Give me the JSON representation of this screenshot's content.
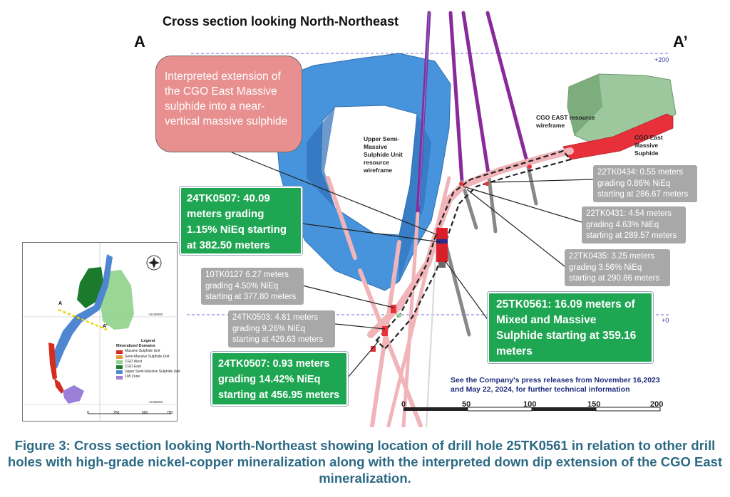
{
  "title": "Cross section looking North-Northeast",
  "section_start": "A",
  "section_end": "A’",
  "elevation_labels": [
    "+200",
    "+0"
  ],
  "interpreted_box": "Interpreted extension of the CGO East Massive sulphide into a near- vertical massive sulphide",
  "labels": {
    "upper_semi": "Upper Semi- Massive Sulphide Unit resource wireframe",
    "cgo_east_wireframe": "CGO EAST resource wireframe",
    "cgo_east_massive": "CGO East Massive Suphide"
  },
  "green_boxes": {
    "b1": "24TK0507: 40.09 meters grading 1.15% NiEq starting at 382.50 meters",
    "b2": "25TK0561: 16.09 meters of Mixed and Massive Sulphide starting at 359.16 meters",
    "b3": "24TK0507: 0.93 meters grading 14.42% NiEq starting at 456.95 meters"
  },
  "grey_boxes": {
    "g1": "22TK0434: 0.55 meters grading 0.86% NiEq starting at 286.67 meters",
    "g2": "22TK0431: 4.54 meters grading 4.63% NiEq starting at 289.57 meters",
    "g3": "22TK0435: 3.25 meters grading 3.56% NiEq starting at 290.86 meters",
    "g4": "10TK0127 6.27 meters grading 4.50% NiEq starting at 377.80 meters",
    "g5": "24TK0503: 4.81 meters grading 9.26% NiEq starting at 429.63 meters"
  },
  "press_note": "See the Company's press releases from November 16,2023 and May 22, 2024, for further technical information",
  "scale_ticks": [
    "0",
    "50",
    "100",
    "150",
    "200"
  ],
  "inset": {
    "section_a": "A",
    "section_a2": "A'",
    "coord_top": "+5169000",
    "coord_bottom": "+5168250",
    "scale_ticks": [
      "0",
      "250",
      "500",
      "750"
    ],
    "legend_title": "Legend",
    "legend_subtitle": "Mineralized Domains",
    "legend_items": [
      {
        "label": "Massive Sulphide Unit",
        "color": "#d62b1f"
      },
      {
        "label": "Semi-Massive Sulphide Unit",
        "color": "#e09a3a"
      },
      {
        "label": "CGO West",
        "color": "#8fd18a"
      },
      {
        "label": "CGO East",
        "color": "#1b7a2b"
      },
      {
        "label": "Upper Semi-Massive Sulphide Unit",
        "color": "#4f86d1"
      },
      {
        "label": "108 Zone",
        "color": "#9b7fd9"
      }
    ]
  },
  "caption": "Figure 3: Cross section looking North-Northeast showing location of drill hole 25TK0561 in relation to other drill holes with high-grade nickel-copper mineralization along with the interpreted down dip extension of the CGO East mineralization.",
  "colors": {
    "wireframe_blue": "#3e8fdc",
    "wireframe_green": "#8fbf8f",
    "massive_red": "#e8303a",
    "drill_purple": "#8a2a9a",
    "drill_pink": "#f1b4b8",
    "green_box": "#1fa653",
    "grey_box": "#a8a8a8",
    "caption_blue": "#2c6a84"
  }
}
